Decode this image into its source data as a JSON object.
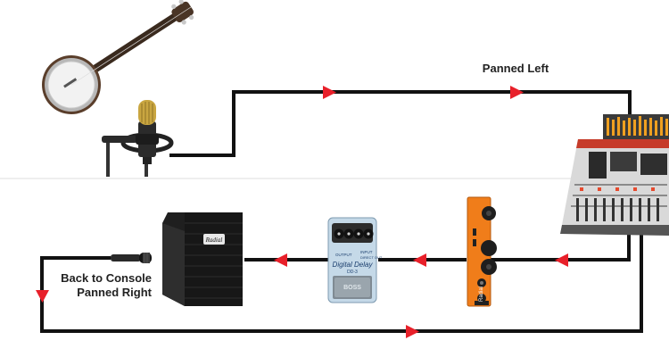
{
  "labels": {
    "panned_left": "Panned Left",
    "back_line1": "Back to Console",
    "back_line2": "Panned Right",
    "pedal_brand": "BOSS",
    "pedal_name": "Digital Delay",
    "pedal_model": "DD-3",
    "pedal_output": "OUTPUT",
    "pedal_input": "INPUT",
    "pedal_direct_out": "DIRECT OUT",
    "preamp_brand": "Radial",
    "amp_logo": "Radial"
  },
  "colors": {
    "cable": "#111111",
    "arrow": "#e8202a",
    "divider": "#dddddd",
    "preamp_orange": "#f07d1a",
    "pedal_blue": "#b9d3e6",
    "console_red": "#e0442c"
  },
  "icons": [
    "banjo-icon",
    "condenser-mic-icon",
    "mixing-console-icon",
    "preamp-module-icon",
    "delay-pedal-icon",
    "speaker-cabinet-icon",
    "dynamic-mic-icon"
  ]
}
